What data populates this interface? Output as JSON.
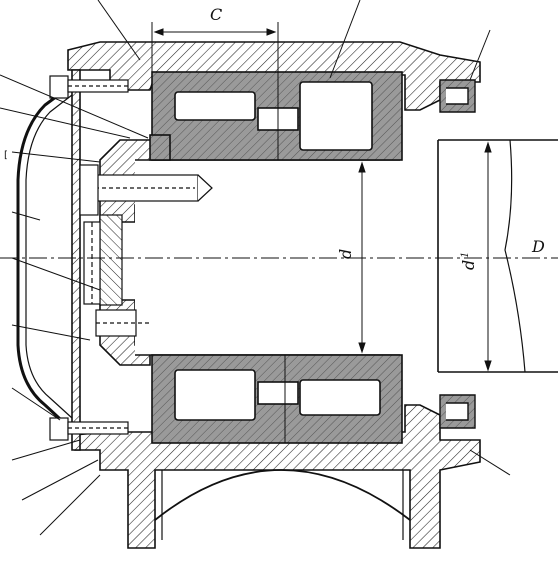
{
  "labels": {
    "c": "C",
    "d": "d",
    "d1_main": "d",
    "d1_sub": "1",
    "big_d": "D",
    "bracket_mark": "["
  },
  "colors": {
    "line": "#111111",
    "hatch": "#222222",
    "bearing_fill": "#9a9a9a",
    "background": "#ffffff"
  }
}
